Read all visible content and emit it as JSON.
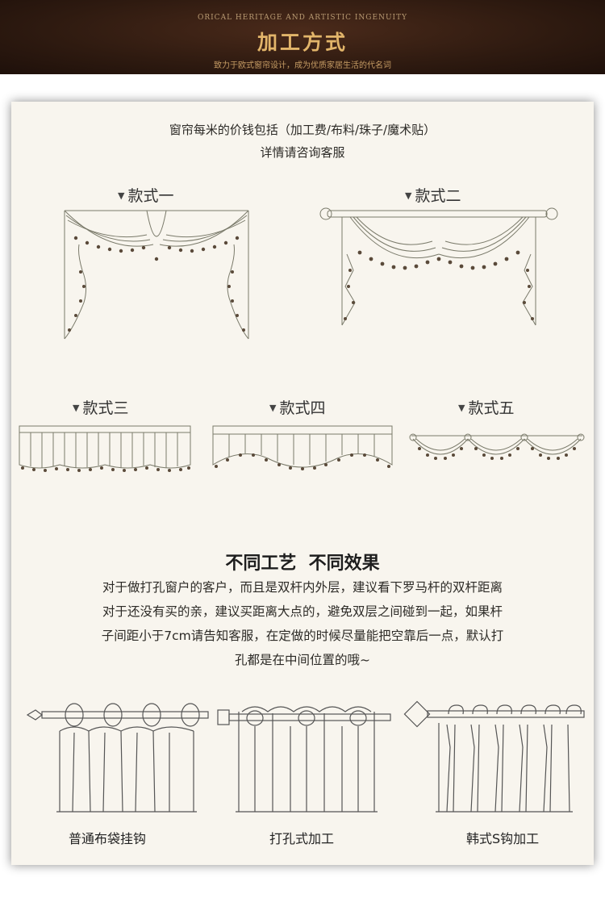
{
  "header": {
    "subtitle": "ORICAL HERITAGE AND ARTISTIC INGENUITY",
    "title": "加工方式",
    "slogan": "致力于欧式窗帘设计，成为优质家居生活的代名词"
  },
  "intro": {
    "line1": "窗帘每米的价钱包括（加工费/布料/珠子/魔术贴）",
    "line2": "详情请咨询客服"
  },
  "styles": [
    {
      "label": "款式一",
      "marker": "▼"
    },
    {
      "label": "款式二",
      "marker": "▼"
    },
    {
      "label": "款式三",
      "marker": "▼"
    },
    {
      "label": "款式四",
      "marker": "▼"
    },
    {
      "label": "款式五",
      "marker": "▼"
    }
  ],
  "section": {
    "heading": "不同工艺  不同效果",
    "lines": [
      "对于做打孔窗户的客户，而且是双杆内外层，建议看下罗马杆的双杆距离",
      "对于还没有买的亲，建议买距离大点的，避免双层之间碰到一起，如果杆",
      "子间距小于7cm请告知客服，在定做的时候尽量能把空靠后一点，默认打",
      "孔都是在中间位置的哦~"
    ]
  },
  "methods": [
    {
      "label": "普通布袋挂钩",
      "icon": "ring-hook-curtain-icon"
    },
    {
      "label": "打孔式加工",
      "icon": "grommet-curtain-icon"
    },
    {
      "label": "韩式S钩加工",
      "icon": "s-hook-curtain-icon"
    }
  ]
}
